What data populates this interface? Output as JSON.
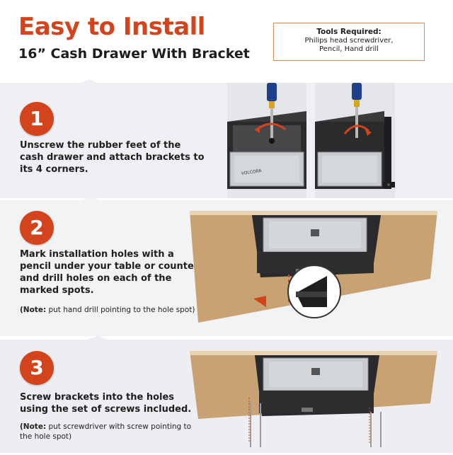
{
  "header": {
    "title": "Easy to Install",
    "subtitle": "16” Cash Drawer With Bracket"
  },
  "tools": {
    "title": "Tools Required:",
    "line1": "Philips head screwdriver,",
    "line2": "Pencil, Hand drill"
  },
  "steps": [
    {
      "number": "1",
      "text": "Unscrew the rubber feet of the cash drawer and attach brackets to its 4 corners."
    },
    {
      "number": "2",
      "text": "Mark installation holes with a pencil under your table or counter, and drill holes on each of the marked spots.",
      "note_label": "(Note:",
      "note_text": " put hand drill pointing to the hole spot)"
    },
    {
      "number": "3",
      "text": "Screw brackets into the holes using the set of screws included.",
      "note_label": "(Note:",
      "note_text": " put screwdriver with screw pointing to the hole spot)"
    }
  ],
  "product_label": "VOLCORA",
  "colors": {
    "accent": "#d4441c",
    "wood": "#c9a274",
    "drawer": "#2a2a2c",
    "steel": "#c9cccf"
  }
}
